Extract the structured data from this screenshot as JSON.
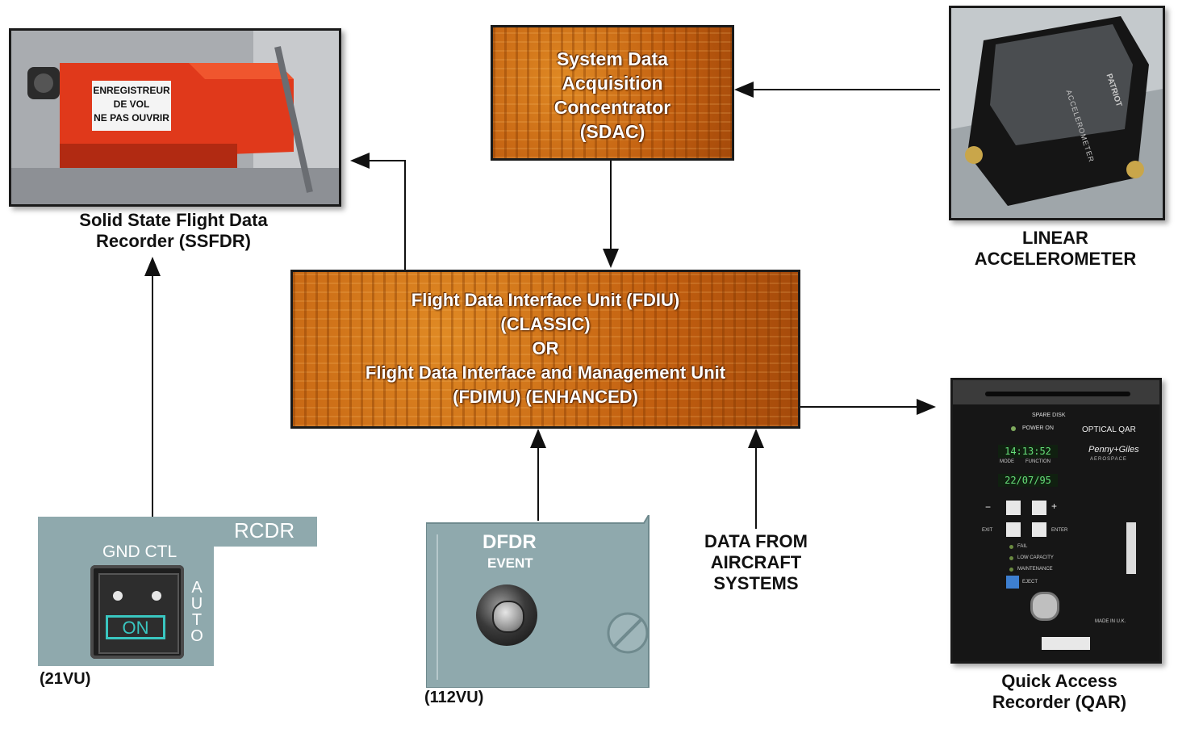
{
  "sdac": {
    "lines": [
      "System Data",
      "Acquisition",
      "Concentrator",
      "(SDAC)"
    ]
  },
  "fdiu": {
    "lines": [
      "Flight Data Interface Unit (FDIU)",
      "(CLASSIC)",
      "OR",
      "Flight Data Interface and Management Unit",
      "(FDIMU) (ENHANCED)"
    ]
  },
  "ssfdr": {
    "photo_label": [
      "ENREGISTREUR",
      "DE VOL",
      "NE PAS OUVRIR"
    ],
    "caption": [
      "Solid State Flight Data",
      "Recorder (SSFDR)"
    ]
  },
  "accelerometer": {
    "caption": [
      "LINEAR",
      "ACCELEROMETER"
    ],
    "photo_label": "ACCELEROMETER",
    "photo_brand": "PATRIOT"
  },
  "qar": {
    "caption": [
      "Quick Access",
      "Recorder (QAR)"
    ],
    "photo": {
      "spare_disk": "SPARE DISK",
      "power_on": "POWER ON",
      "optical_qar": "OPTICAL QAR",
      "brand": "Penny+Giles",
      "brand_sub": "AEROSPACE",
      "time_display": "14:13:52",
      "mode_label": "MODE",
      "function_label": "FUNCTION",
      "date_display": "22/07/95",
      "minus": "−",
      "plus": "+",
      "exit": "EXIT",
      "enter": "ENTER",
      "fail": "FAIL",
      "low_capacity": "LOW CAPACITY",
      "maintenance": "MAINTENANCE",
      "eject": "EJECT",
      "made_in": "MADE IN U.K."
    }
  },
  "rcdr_panel": {
    "title": "RCDR",
    "gnd_ctl": "GND CTL",
    "on": "ON",
    "auto": [
      "A",
      "U",
      "T",
      "O"
    ],
    "vu": "(21VU)"
  },
  "dfdr_panel": {
    "title": "DFDR",
    "event": "EVENT",
    "vu": "(112VU)"
  },
  "aircraft_systems": {
    "lines": [
      "DATA FROM",
      "AIRCRAFT",
      "SYSTEMS"
    ]
  },
  "colors": {
    "pcb": "#c9681a",
    "panel": "#8fa9ad",
    "on_light": "#39c6c0"
  }
}
